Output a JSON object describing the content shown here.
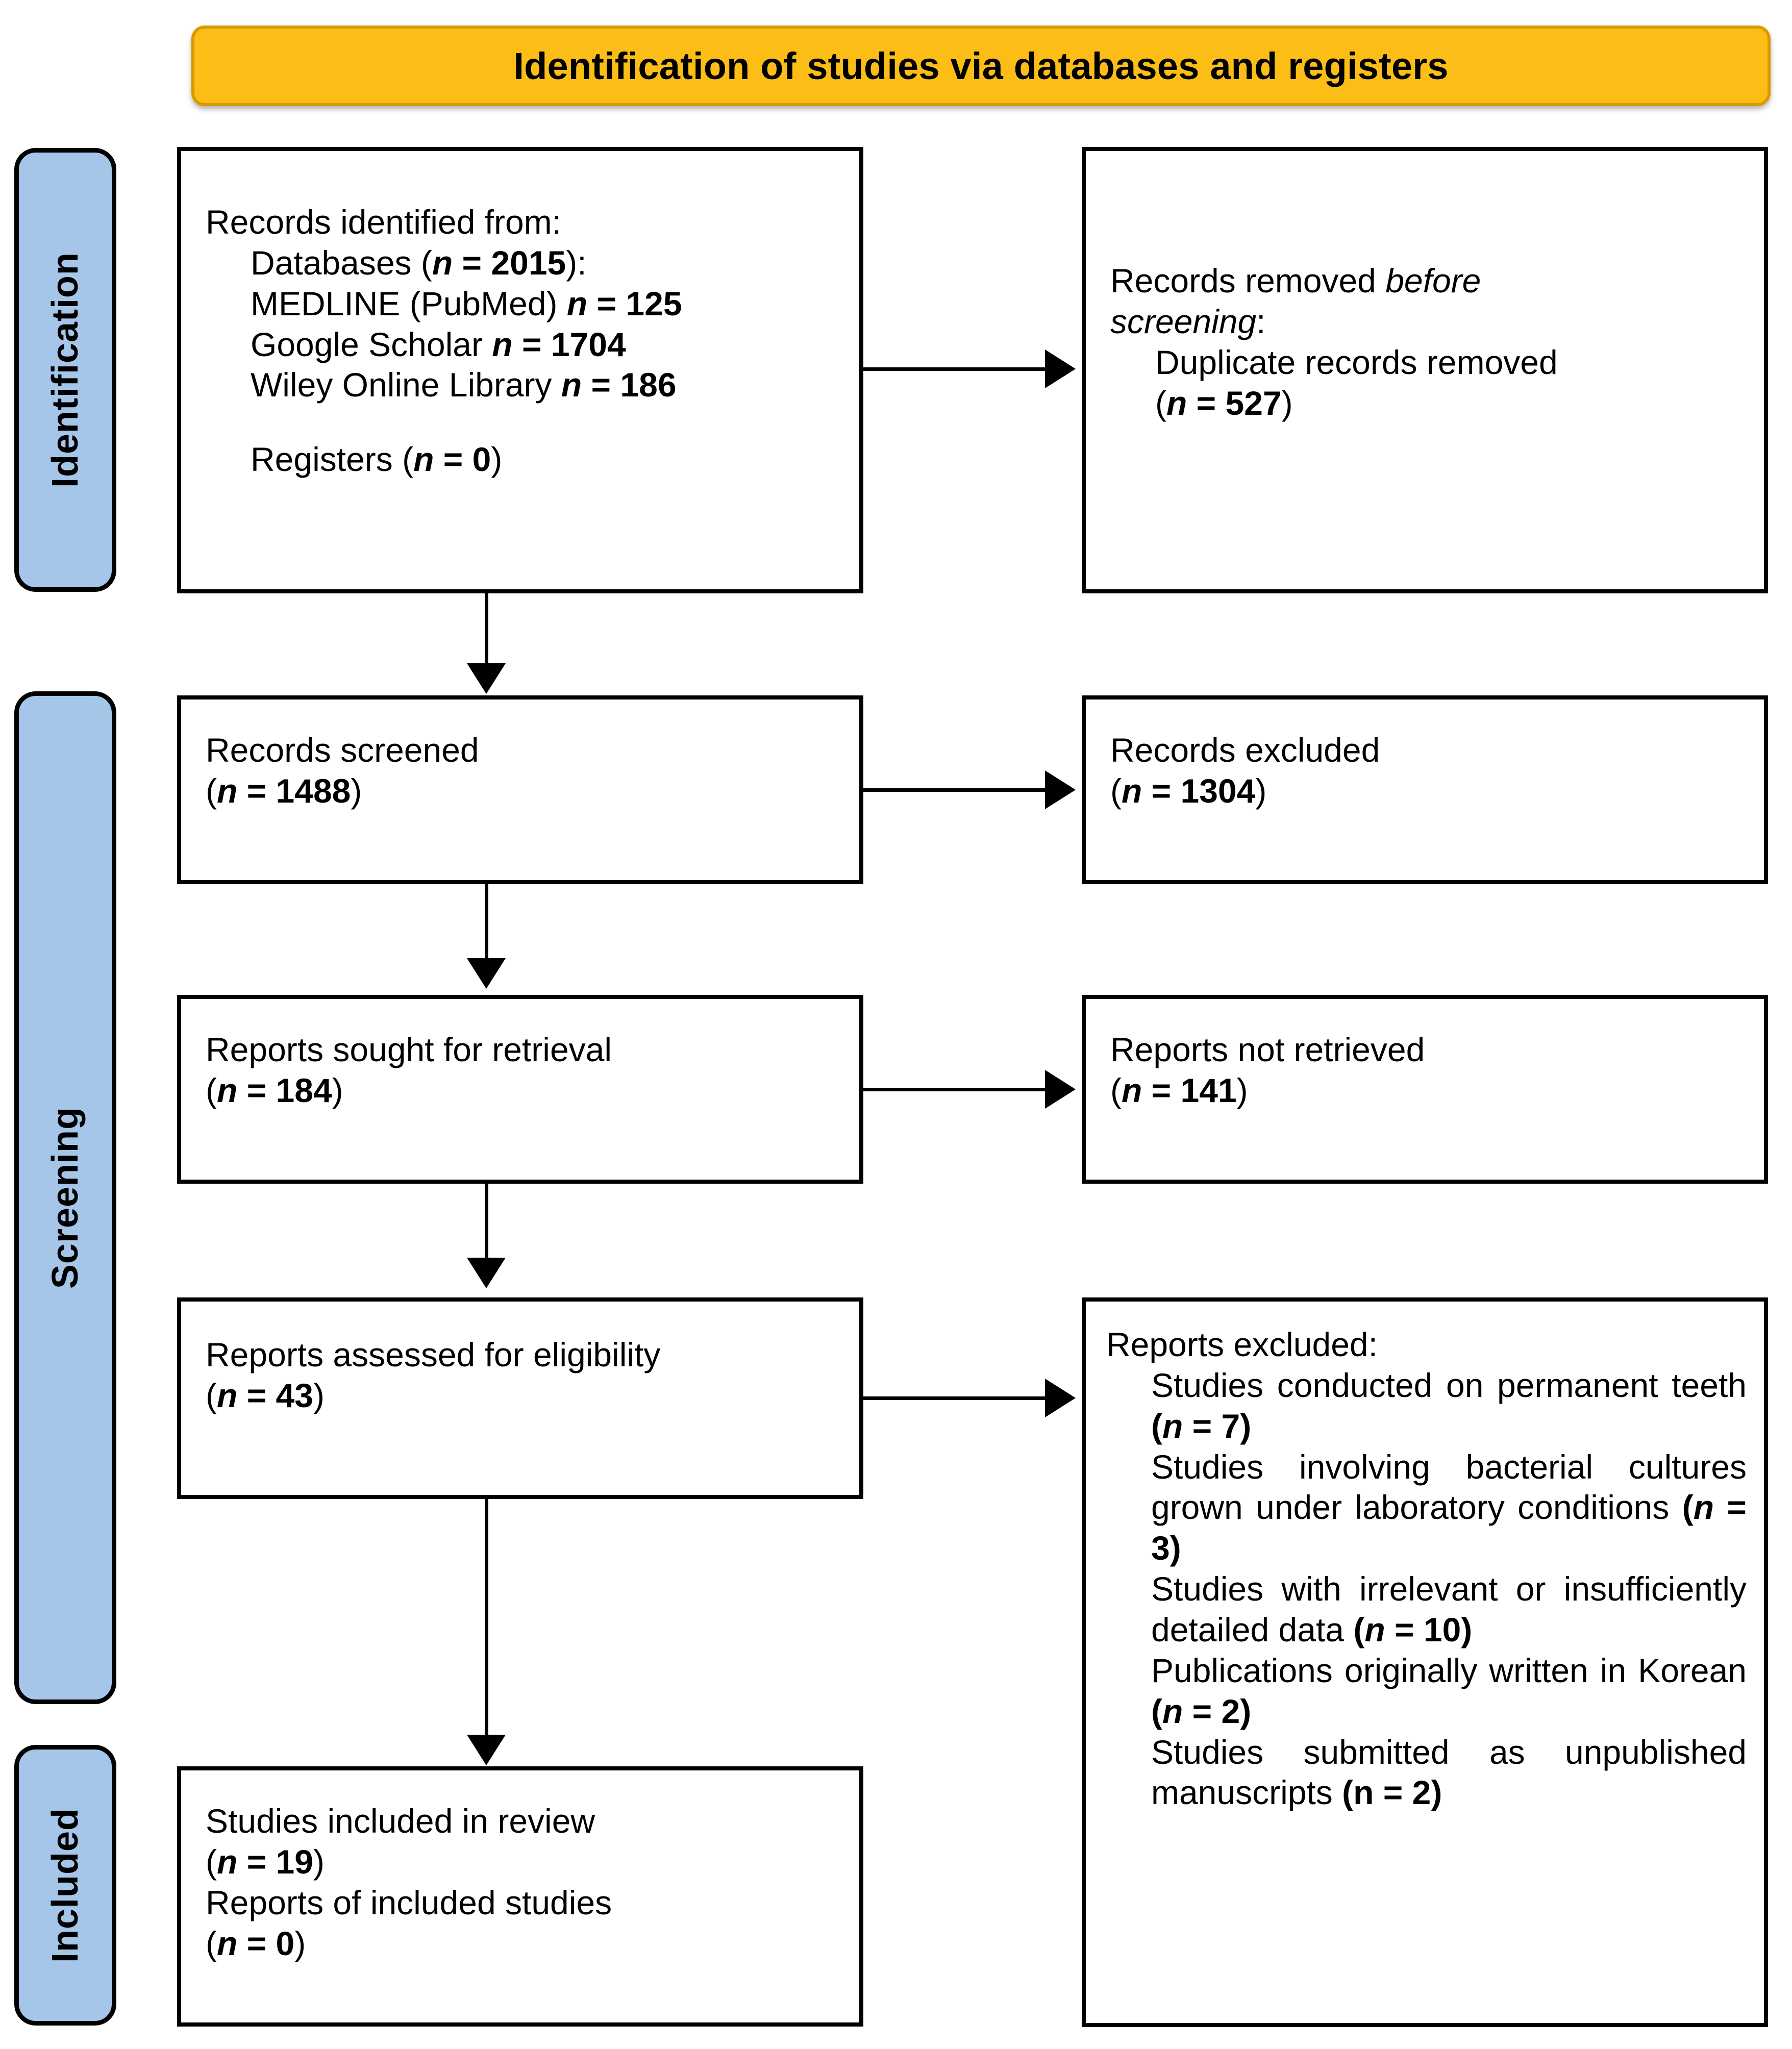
{
  "header": {
    "title": "Identification of studies via databases and registers",
    "banner_color": "#FCBE16",
    "stage_color": "#A5C6E8"
  },
  "stages": [
    {
      "id": "identification",
      "label": "Identification"
    },
    {
      "id": "screening",
      "label": "Screening"
    },
    {
      "id": "included",
      "label": "Included"
    }
  ],
  "boxes": {
    "records_identified": {
      "heading": "Records identified from:",
      "lines": [
        {
          "text": "Databases (",
          "n_italic": "n",
          "eq": " = ",
          "value": "2015",
          "suffix": "):"
        },
        {
          "text": "MEDLINE (PubMed)",
          "n_italic": "n",
          "eq": " = ",
          "value": "125",
          "suffix": ""
        },
        {
          "text": "Google Scholar",
          "n_italic": "n",
          "eq": " = ",
          "value": "1704",
          "suffix": ""
        },
        {
          "text": "Wiley Online Library",
          "n_italic": "n",
          "eq": " = ",
          "value": "186",
          "suffix": ""
        }
      ],
      "registers_label": "Registers (",
      "registers_n": "n",
      "registers_eq": " = ",
      "registers_value": "0",
      "registers_suffix": ")"
    },
    "records_removed": {
      "line1_plain": "Records removed ",
      "line1_italic": "before",
      "line2_italic": "screening",
      "line2_suffix": ":",
      "detail": "Duplicate records removed",
      "count_open": "(",
      "count_n": "n",
      "count_eq": " = ",
      "count_value": "527",
      "count_close": ")"
    },
    "records_screened": {
      "label": "Records screened",
      "count_open": "(",
      "count_n": "n",
      "count_eq": " = ",
      "count_value": "1488",
      "count_close": ")"
    },
    "records_excluded": {
      "label": "Records excluded",
      "count_open": "(",
      "count_n": "n",
      "count_eq": " = ",
      "count_value": "1304",
      "count_close": ")"
    },
    "reports_sought": {
      "label": "Reports sought for retrieval",
      "count_open": "(",
      "count_n": "n",
      "count_eq": " = ",
      "count_value": "184",
      "count_close": ")"
    },
    "reports_not_retrieved": {
      "label": "Reports not retrieved",
      "count_open": "(",
      "count_n": "n",
      "count_eq": " = ",
      "count_value": "141",
      "count_close": ")"
    },
    "reports_assessed": {
      "label": "Reports assessed for eligibility",
      "count_open": "(",
      "count_n": "n",
      "count_eq": " = ",
      "count_value": "43",
      "count_close": ")"
    },
    "reports_excluded": {
      "heading": "Reports excluded:",
      "reasons": [
        {
          "text": "Studies conducted on permanent teeth",
          "n_italic": "n",
          "value": "7",
          "n_styled": true
        },
        {
          "text": "Studies involving bacterial cultures grown under laboratory conditions",
          "n_italic": "n",
          "value": "3",
          "n_styled": true
        },
        {
          "text": "Studies with irrelevant or insufficiently detailed data",
          "n_italic": "n",
          "value": "10",
          "n_styled": true
        },
        {
          "text": "Publications originally written in Korean",
          "n_italic": "n",
          "value": "2",
          "n_styled": true
        },
        {
          "text": "Studies submitted as unpublished manuscripts",
          "n_italic": "n",
          "value": "2",
          "n_styled": false
        }
      ]
    },
    "studies_included": {
      "label1": "Studies included in review",
      "count1_open": "(",
      "count1_n": "n",
      "count1_eq": " = ",
      "count1_value": "19",
      "count1_close": ")",
      "label2": "Reports of included studies",
      "count2_open": "(",
      "count2_n": "n",
      "count2_eq": " = ",
      "count2_value": "0",
      "count2_close": ")"
    }
  },
  "chart_data": {
    "type": "table",
    "title": "PRISMA 2020 flow diagram for new systematic reviews which included searches of databases and registers only",
    "stages": [
      {
        "stage": "Identification",
        "item": "Records identified from databases",
        "n": 2015
      },
      {
        "stage": "Identification",
        "item": "MEDLINE (PubMed)",
        "n": 125
      },
      {
        "stage": "Identification",
        "item": "Google Scholar",
        "n": 1704
      },
      {
        "stage": "Identification",
        "item": "Wiley Online Library",
        "n": 186
      },
      {
        "stage": "Identification",
        "item": "Registers",
        "n": 0
      },
      {
        "stage": "Identification",
        "item": "Duplicate records removed before screening",
        "n": 527
      },
      {
        "stage": "Screening",
        "item": "Records screened",
        "n": 1488
      },
      {
        "stage": "Screening",
        "item": "Records excluded",
        "n": 1304
      },
      {
        "stage": "Screening",
        "item": "Reports sought for retrieval",
        "n": 184
      },
      {
        "stage": "Screening",
        "item": "Reports not retrieved",
        "n": 141
      },
      {
        "stage": "Screening",
        "item": "Reports assessed for eligibility",
        "n": 43
      },
      {
        "stage": "Screening",
        "item": "Excluded: Studies conducted on permanent teeth",
        "n": 7
      },
      {
        "stage": "Screening",
        "item": "Excluded: Studies involving bacterial cultures grown under laboratory conditions",
        "n": 3
      },
      {
        "stage": "Screening",
        "item": "Excluded: Studies with irrelevant or insufficiently detailed data",
        "n": 10
      },
      {
        "stage": "Screening",
        "item": "Excluded: Publications originally written in Korean",
        "n": 2
      },
      {
        "stage": "Screening",
        "item": "Excluded: Studies submitted as unpublished manuscripts",
        "n": 2
      },
      {
        "stage": "Included",
        "item": "Studies included in review",
        "n": 19
      },
      {
        "stage": "Included",
        "item": "Reports of included studies",
        "n": 0
      }
    ]
  }
}
